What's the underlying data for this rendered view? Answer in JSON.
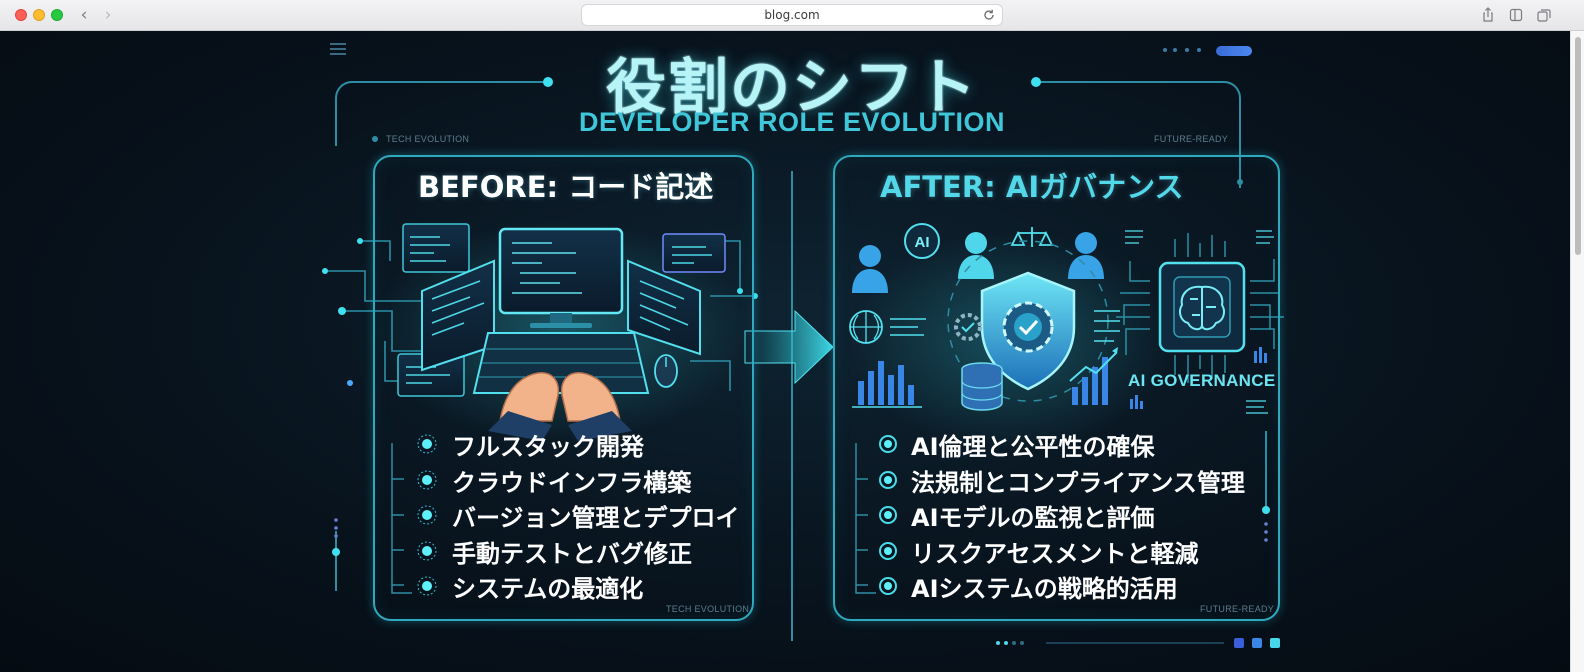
{
  "browser": {
    "url": "blog.com",
    "back_icon": "chevron-left-icon",
    "forward_icon": "chevron-right-icon"
  },
  "page": {
    "title": "役割のシフト",
    "subtitle": "DEVELOPER ROLE EVOLUTION",
    "tags": {
      "left_top": "TECH EVOLUTION",
      "right_top": "FUTURE-READY",
      "left_bottom": "TECH EVOLUTION",
      "right_bottom": "FUTURE-READY"
    }
  },
  "before": {
    "title": "BEFORE: コード記述",
    "items": [
      "フルスタック開発",
      "クラウドインフラ構築",
      "バージョン管理とデプロイ",
      "手動テストとバグ修正",
      "システムの最適化"
    ]
  },
  "after": {
    "title": "AFTER: AIガバナンス",
    "badge_label": "AI",
    "governance_label": "AI GOVERNANCE",
    "items": [
      "AI倫理と公平性の確保",
      "法規制とコンプライアンス管理",
      "AIモデルの監視と評価",
      "リスクアセスメントと軽減",
      "AIシステムの戦略的活用"
    ]
  },
  "colors": {
    "accent": "#3fc6d8",
    "title_glow": "#b7f4f8",
    "background": "#08131d",
    "panel_border": "#2fa9bd"
  }
}
